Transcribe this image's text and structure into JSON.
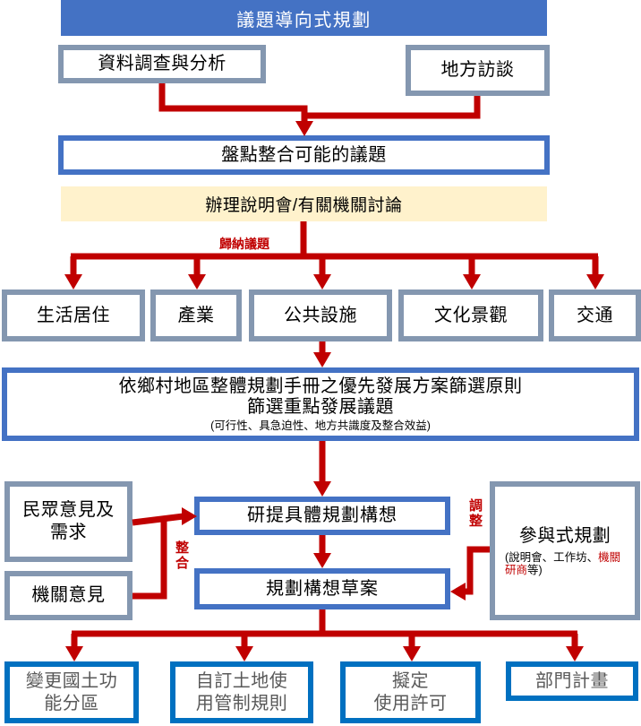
{
  "title": "議題導向式規劃",
  "inputs": {
    "data_survey": "資料調查與分析",
    "local_interview": "地方訪談"
  },
  "inventory": "盤點整合可能的議題",
  "meeting": "辦理說明會/有關機關討論",
  "summarize_label": "歸納議題",
  "issue_categories": [
    "生活居住",
    "產業",
    "公共設施",
    "文化景觀",
    "交通"
  ],
  "screening": {
    "line1": "依鄉村地區整體規劃手冊之優先發展方案篩選原則",
    "line2": "篩選重點發展議題",
    "note": "(可行性、具急迫性、地方共識度及整合效益)"
  },
  "opinions": {
    "public": [
      "民眾意見及",
      "需求"
    ],
    "agency": "機關意見",
    "integrate_label": "整合"
  },
  "concept": "研提具體規劃構想",
  "draft": "規劃構想草案",
  "participatory": {
    "title": "參與式規劃",
    "note_prefix": "(說明會、工作坊、",
    "note_highlight": "機關研商",
    "note_suffix": "等)",
    "adjust_label": "調整"
  },
  "outputs": [
    [
      "變更國土功",
      "能分區"
    ],
    [
      "自訂土地使",
      "用管制規則"
    ],
    [
      "擬定",
      "使用許可"
    ],
    [
      "部門計畫"
    ]
  ],
  "colors": {
    "header": "#4472C4",
    "input_border": "#8497B0",
    "process_border": "#4472C4",
    "output_border": "#0070C0",
    "meeting_fill": "#FFF2CC",
    "connector": "#C00000",
    "output_text": "#595959"
  }
}
